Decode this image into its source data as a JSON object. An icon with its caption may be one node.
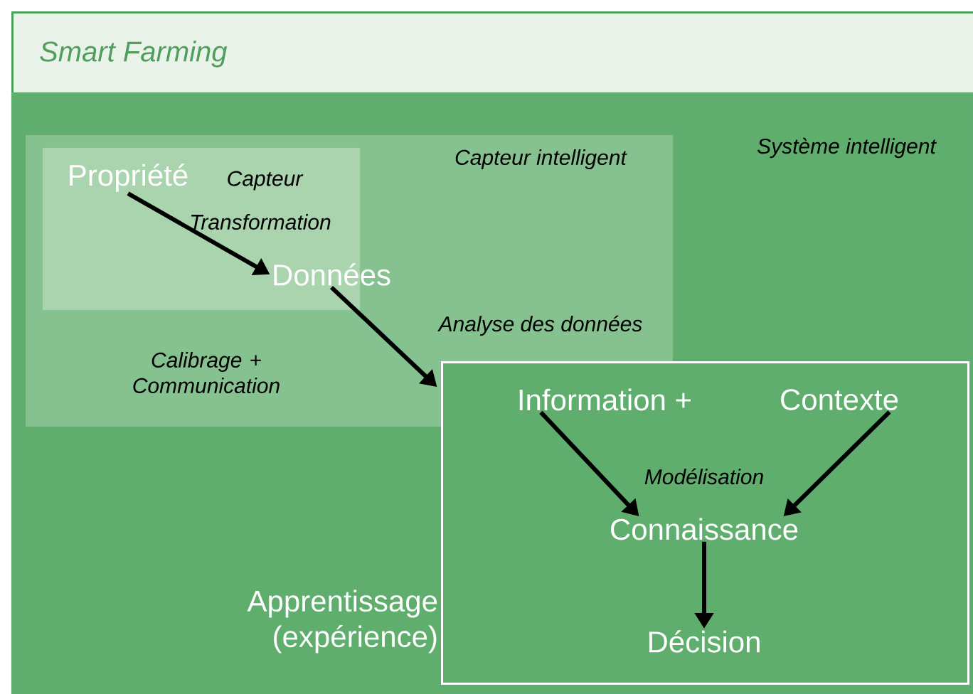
{
  "diagram": {
    "title": "Smart Farming",
    "nodes": [
      {
        "text": [
          "Système intelligent"
        ]
      },
      {
        "text": [
          "Capteur intelligent"
        ],
        "in": 0
      },
      {
        "text": [
          "Capteur"
        ],
        "in": 1
      },
      {
        "text": [
          "Propriété"
        ],
        "in": 2
      },
      {
        "text": [
          "Données"
        ],
        "in": 1
      },
      {
        "text": [],
        "shape": "box",
        "in": 0
      },
      {
        "text": [
          "Information +"
        ],
        "in": 5
      },
      {
        "text": [
          "Contexte"
        ],
        "in": 5
      },
      {
        "text": [
          "Connaissance"
        ],
        "in": 5
      },
      {
        "text": [
          "Décision"
        ],
        "in": 5
      }
    ],
    "edges": [
      {
        "from": 3,
        "to": 4,
        "arrow": "to",
        "label": "Transformation"
      },
      {
        "from": 4,
        "to": 6,
        "arrow": "to",
        "label": "Analyse des données"
      },
      {
        "from": 6,
        "to": 8,
        "arrow": "to",
        "label": "Modélisation"
      },
      {
        "from": 7,
        "to": 8,
        "arrow": "to"
      },
      {
        "from": 8,
        "to": 9,
        "arrow": "to"
      }
    ],
    "labels": [
      "Calibrage + Communication",
      "Apprentissage (expérience)"
    ]
  }
}
